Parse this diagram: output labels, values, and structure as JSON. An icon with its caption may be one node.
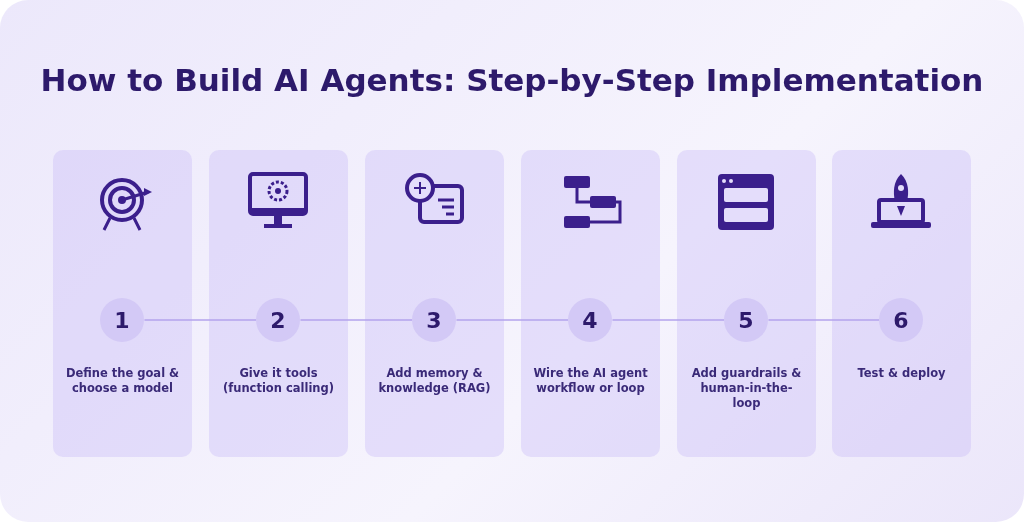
{
  "diagram": {
    "title": "How to Build AI Agents: Step-by-Step Implementation",
    "nodes": [
      {
        "text": [
          "Define the goal & choose a model"
        ]
      },
      {
        "text": [
          "1"
        ],
        "in": 0
      },
      {
        "text": [
          "Give it tools (function calling)"
        ]
      },
      {
        "text": [
          "2"
        ],
        "in": 2
      },
      {
        "text": [
          "Add memory & knowledge (RAG)"
        ]
      },
      {
        "text": [
          "3"
        ],
        "in": 4
      },
      {
        "text": [
          "Wire the AI agent workflow or loop"
        ]
      },
      {
        "text": [
          "4"
        ],
        "in": 6
      },
      {
        "text": [
          "Add guardrails & human-in-the-loop"
        ]
      },
      {
        "text": [
          "5"
        ],
        "in": 8
      },
      {
        "text": [
          "Test & deploy"
        ]
      },
      {
        "text": [
          "6"
        ],
        "in": 10
      }
    ],
    "edges": [
      {
        "from": 1,
        "to": 3,
        "arrow": "none"
      },
      {
        "from": 3,
        "to": 5,
        "arrow": "none"
      },
      {
        "from": 5,
        "to": 7,
        "arrow": "none"
      },
      {
        "from": 7,
        "to": 9,
        "arrow": "none"
      },
      {
        "from": 9,
        "to": 11,
        "arrow": "none"
      }
    ]
  }
}
